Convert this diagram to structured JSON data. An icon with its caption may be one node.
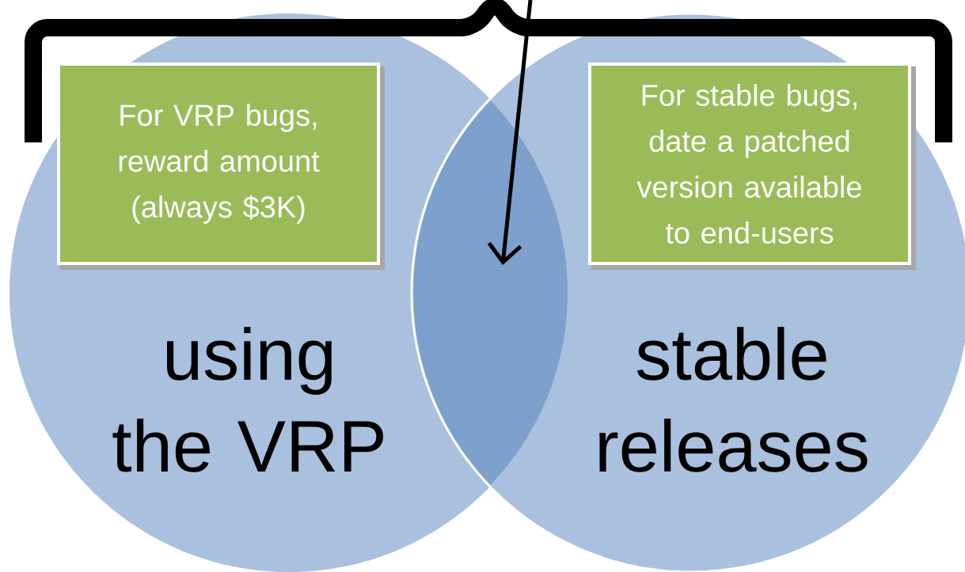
{
  "diagram": {
    "nodes": [
      {
        "text": [
          "using the VRP"
        ]
      },
      {
        "text": [
          "stable releases"
        ]
      },
      {
        "text": [
          "For VRP bugs, reward amount (always $3K)"
        ],
        "in": 0
      },
      {
        "text": [
          "For stable bugs, date a patched version available to end-users"
        ],
        "in": 1
      },
      {
        "text": [],
        "shape": "lens"
      }
    ],
    "edges": [
      {
        "from": null,
        "to": 4,
        "arrow": "to"
      }
    ]
  }
}
